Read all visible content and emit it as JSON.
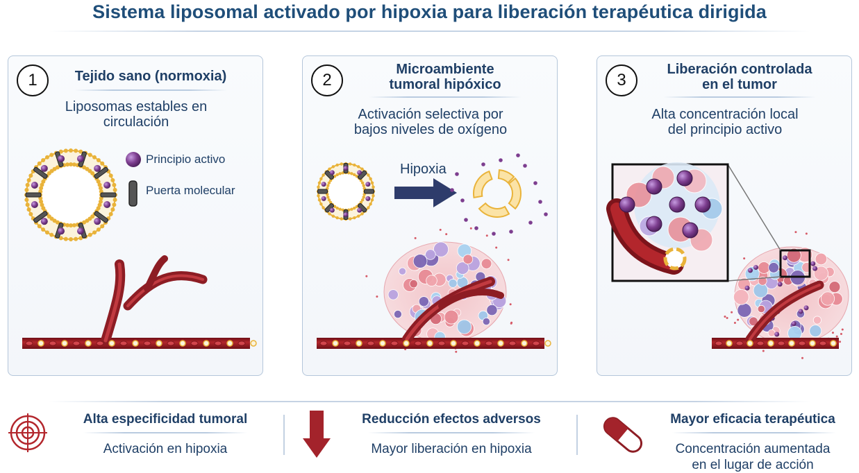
{
  "title": "Sistema liposomal activado por hipoxia para liberación terapéutica dirigida",
  "panels": [
    {
      "number": "1",
      "title": "Tejido sano (normoxia)",
      "subtitle_line1": "Liposomas estables en",
      "subtitle_line2": "circulación",
      "legend": [
        {
          "label": "Principio activo",
          "icon": "drug-particle-icon"
        },
        {
          "label": "Puerta molecular",
          "icon": "molecular-gate-icon"
        }
      ]
    },
    {
      "number": "2",
      "title_line1": "Microambiente",
      "title_line2": "tumoral hipóxico",
      "subtitle_line1": "Activación selectiva por",
      "subtitle_line2": "bajos niveles de oxígeno",
      "arrow_label": "Hipoxia"
    },
    {
      "number": "3",
      "title_line1": "Liberación controlada",
      "title_line2": "en el tumor",
      "subtitle_line1": "Alta concentración local",
      "subtitle_line2": "del principio activo"
    }
  ],
  "benefits": [
    {
      "icon": "target-icon",
      "title": "Alta especificidad tumoral",
      "subtitle": "Activación en hipoxia"
    },
    {
      "icon": "down-arrow-icon",
      "title": "Reducción efectos adversos",
      "subtitle": "Mayor liberación en hipoxia"
    },
    {
      "icon": "pill-capsule-icon",
      "title": "Mayor eficacia terapéutica",
      "subtitle_line1": "Concentración aumentada",
      "subtitle_line2": "en el lugar de acción"
    }
  ],
  "colors": {
    "title": "#1f4e79",
    "text": "#1f3f66",
    "vessel": "#a3232b",
    "lipid": "#e9b33a",
    "drug": "#7d3e8f",
    "gate": "#444444",
    "arrow": "#2e3c6b",
    "accent_red": "#b3262c"
  }
}
